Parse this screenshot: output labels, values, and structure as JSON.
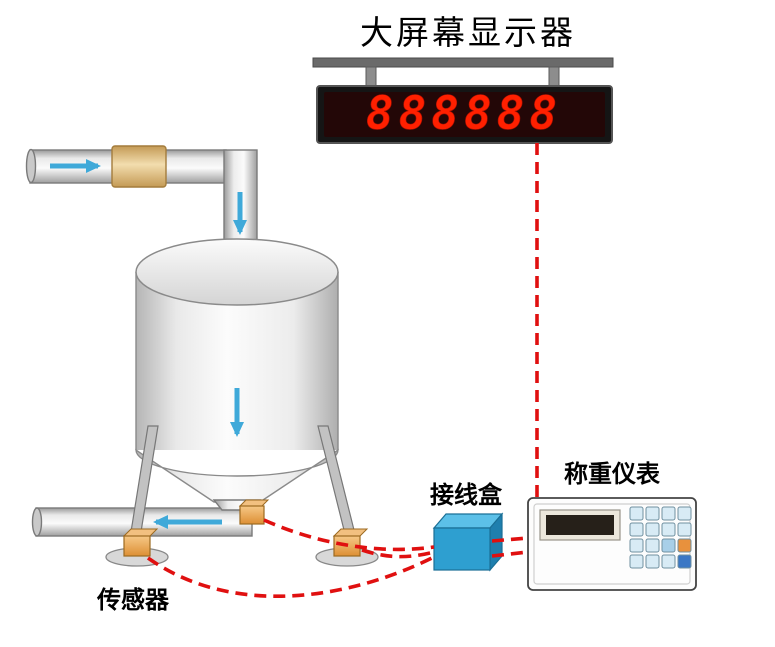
{
  "diagram": {
    "title": "大屏幕显示器",
    "display": {
      "digits": "888888"
    },
    "labels": {
      "junction_box": "接线盒",
      "weighing_indicator": "称重仪表",
      "load_cell": "传感器"
    },
    "colors": {
      "flow_arrow_blue": "#3fa9d9",
      "signal_cable_red": "#e01010",
      "digit_red": "#ff2000",
      "junction_box_blue": "#2e9fd0",
      "load_cell_orange": "#e59a3f"
    }
  }
}
